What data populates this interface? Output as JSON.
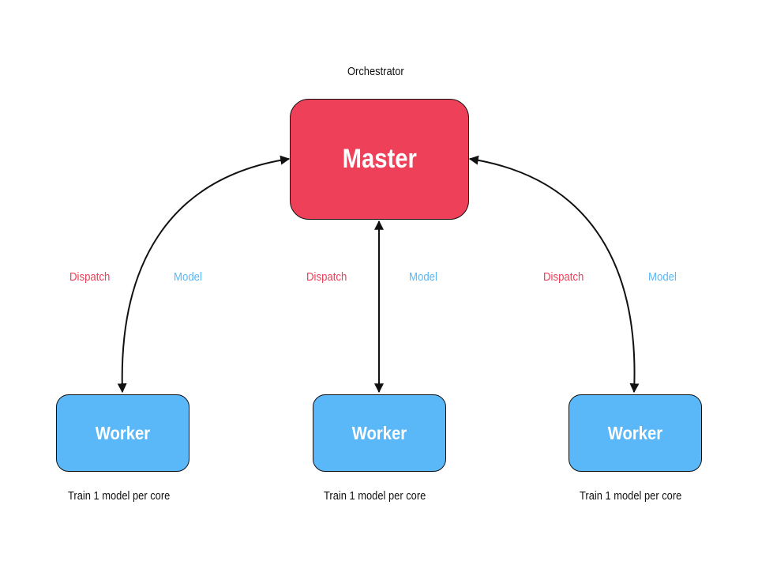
{
  "diagram": {
    "orchestrator_label": "Orchestrator",
    "master": {
      "label": "Master",
      "color": "#ee4059"
    },
    "workers": [
      {
        "label": "Worker",
        "caption": "Train 1 model per core"
      },
      {
        "label": "Worker",
        "caption": "Train 1 model per core"
      },
      {
        "label": "Worker",
        "caption": "Train 1 model per core"
      }
    ],
    "worker_color": "#5ab7f8",
    "links": [
      {
        "dispatch_label": "Dispatch",
        "model_label": "Model"
      },
      {
        "dispatch_label": "Dispatch",
        "model_label": "Model"
      },
      {
        "dispatch_label": "Dispatch",
        "model_label": "Model"
      }
    ],
    "dispatch_color": "#ee4059",
    "model_color": "#5ab7f8",
    "connector_color": "#111111"
  }
}
